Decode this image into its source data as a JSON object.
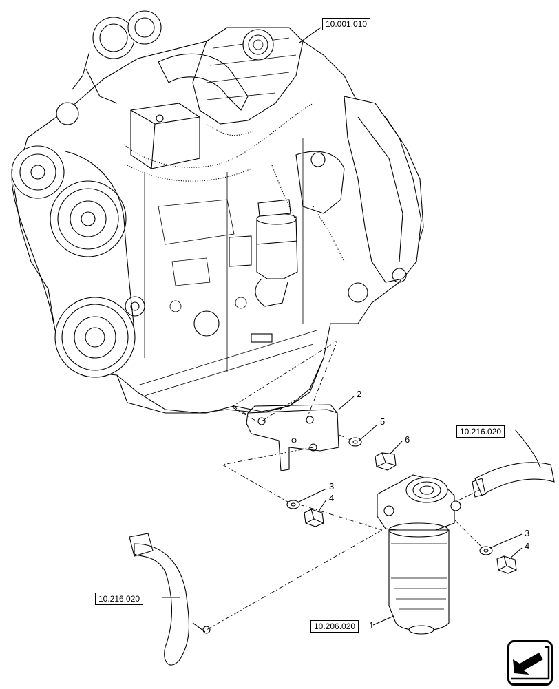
{
  "references": {
    "engine": "10.001.010",
    "hose_right": "10.216.020",
    "hose_left": "10.216.020",
    "filter": "10.206.020"
  },
  "callouts": {
    "bracket": "2",
    "washer_upper": "5",
    "bolt_upper": "6",
    "washer_left": "3",
    "bolt_left": "4",
    "washer_right": "3",
    "bolt_right": "4",
    "filter": "1"
  },
  "icons": {
    "nav": "return-arrow-icon"
  }
}
